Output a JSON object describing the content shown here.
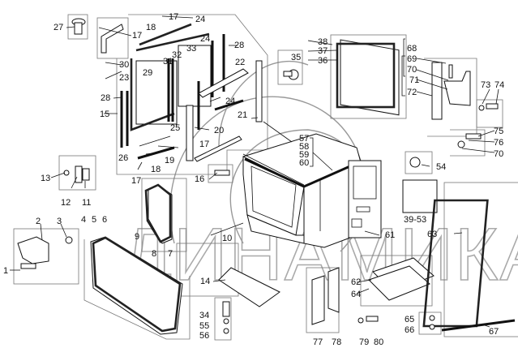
{
  "watermark": "ДИНАМИКА76",
  "callouts": {
    "p1": "1",
    "p2": "2",
    "p3": "3",
    "p4": "4",
    "p5": "5",
    "p6": "6",
    "p7": "7",
    "p8": "8",
    "p9": "9",
    "p10": "10",
    "p11": "11",
    "p12": "12",
    "p13": "13",
    "p14": "14",
    "p15": "15",
    "p16": "16",
    "p17a": "17",
    "p17b": "17",
    "p17c": "17",
    "p17d": "17",
    "p18a": "18",
    "p18b": "18",
    "p19": "19",
    "p20": "20",
    "p21": "21",
    "p22": "22",
    "p23": "23",
    "p24a": "24",
    "p24b": "24",
    "p24c": "24",
    "p25": "25",
    "p26": "26",
    "p27": "27",
    "p28a": "28",
    "p28b": "28",
    "p29": "29",
    "p30": "30",
    "p31": "31",
    "p32": "32",
    "p33": "33",
    "p34": "34",
    "p35": "35",
    "p36": "36",
    "p37": "37",
    "p38": "38",
    "p39_53": "39-53",
    "p54": "54",
    "p55": "55",
    "p56": "56",
    "p57": "57",
    "p58": "58",
    "p59": "59",
    "p60": "60",
    "p61": "61",
    "p62": "62",
    "p63": "63",
    "p64": "64",
    "p65": "65",
    "p66": "66",
    "p67": "67",
    "p68": "68",
    "p69": "69",
    "p70a": "70",
    "p70b": "70",
    "p71": "71",
    "p72": "72",
    "p73": "73",
    "p74": "74",
    "p75": "75",
    "p76": "76",
    "p77": "77",
    "p78": "78",
    "p79": "79",
    "p80": "80"
  }
}
